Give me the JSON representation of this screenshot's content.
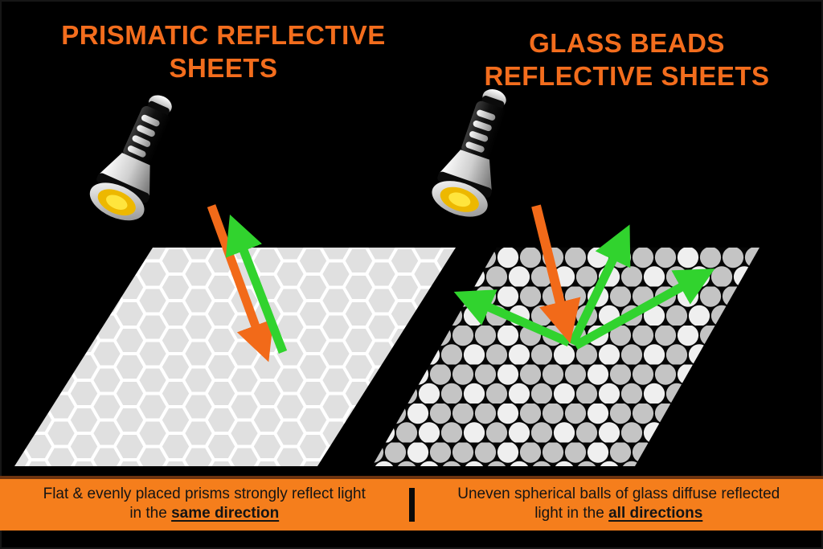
{
  "left_panel": {
    "title": "PRISMATIC REFLECTIVE SHEETS",
    "sheet_type": "prismatic honeycomb sheet",
    "caption_line1": "Flat & evenly placed prisms strongly reflect light",
    "caption_line2_prefix": "in the ",
    "caption_line2_emphasis": "same direction"
  },
  "right_panel": {
    "title": "GLASS BEADS REFLECTIVE SHEETS",
    "sheet_type": "glass beads sheet",
    "caption_line1": "Uneven spherical balls of glass diffuse reflected",
    "caption_line2_prefix": "light in the ",
    "caption_line2_emphasis": "all directions"
  },
  "icons": {
    "left_flashlight": "flashlight-icon",
    "right_flashlight": "flashlight-icon",
    "left_incident_arrow": "incident-light-arrow",
    "left_reflected_arrow": "reflected-light-arrow",
    "right_incident_arrow": "incident-light-arrow",
    "right_reflected_arrows": "diffuse-reflection-arrows"
  },
  "colors": {
    "heading_orange": "#f36d1d",
    "banner_orange": "#f57e1c",
    "banner_top_edge": "#6e3410",
    "arrow_orange": "#f26a19",
    "arrow_green": "#31d32e",
    "sheet_gray": "#e0e0e0",
    "hex_line_white": "#ffffff",
    "bead_light": "#efefef",
    "bead_gray": "#c4c4c4",
    "caption_text": "#141414",
    "background": "#000000"
  }
}
